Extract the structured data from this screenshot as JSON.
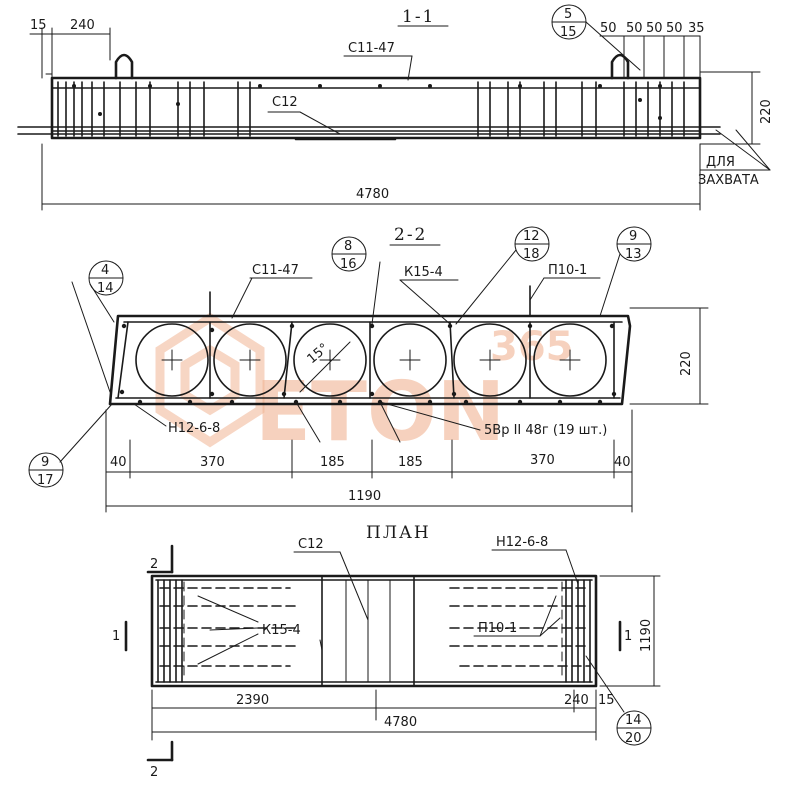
{
  "section_1": {
    "title": "1-1",
    "mesh_top": "С11-47",
    "mesh_mid": "С12",
    "dim_15": "15",
    "dim_240": "240",
    "dim_total": "4780",
    "dim_height": "220",
    "callout_top": "5",
    "callout_bottom": "15",
    "spacing_a": "50",
    "spacing_b": "50",
    "spacing_c": "50",
    "spacing_d": "50",
    "spacing_e": "35",
    "note_line1": "ДЛЯ",
    "note_line2": "ЗАХВАТА"
  },
  "section_2": {
    "title": "2-2",
    "mesh_top": "С11-47",
    "cage": "К15-4",
    "loop": "П10-1",
    "mesh_corner": "Н12-6-8",
    "strand": "5Вр II 48г (19 шт.)",
    "angle": "15°",
    "callout_left_top": "4",
    "callout_left_bottom": "14",
    "callout_a_top": "8",
    "callout_a_bottom": "16",
    "callout_b_top": "12",
    "callout_b_bottom": "18",
    "callout_c_top": "9",
    "callout_c_bottom": "13",
    "callout_d_top": "9",
    "callout_d_bottom": "17",
    "dim_40_left": "40",
    "dim_370_left": "370",
    "dim_185_left": "185",
    "dim_185_right": "185",
    "dim_370_right": "370",
    "dim_40_right": "40",
    "dim_width": "1190",
    "dim_height": "220"
  },
  "plan": {
    "title": "ПЛАН",
    "mesh_mid": "С12",
    "mesh_corner": "Н12-6-8",
    "cage": "К15-4",
    "loop": "П10-1",
    "cut_mark_top": "2",
    "cut_mark_bottom": "2",
    "cut_mark_side": "1",
    "dim_2390": "2390",
    "dim_total": "4780",
    "dim_240": "240",
    "dim_15": "15",
    "dim_width": "1190",
    "callout_top": "14",
    "callout_bottom": "20"
  },
  "watermark": {
    "text": "ETON",
    "number": "365"
  }
}
